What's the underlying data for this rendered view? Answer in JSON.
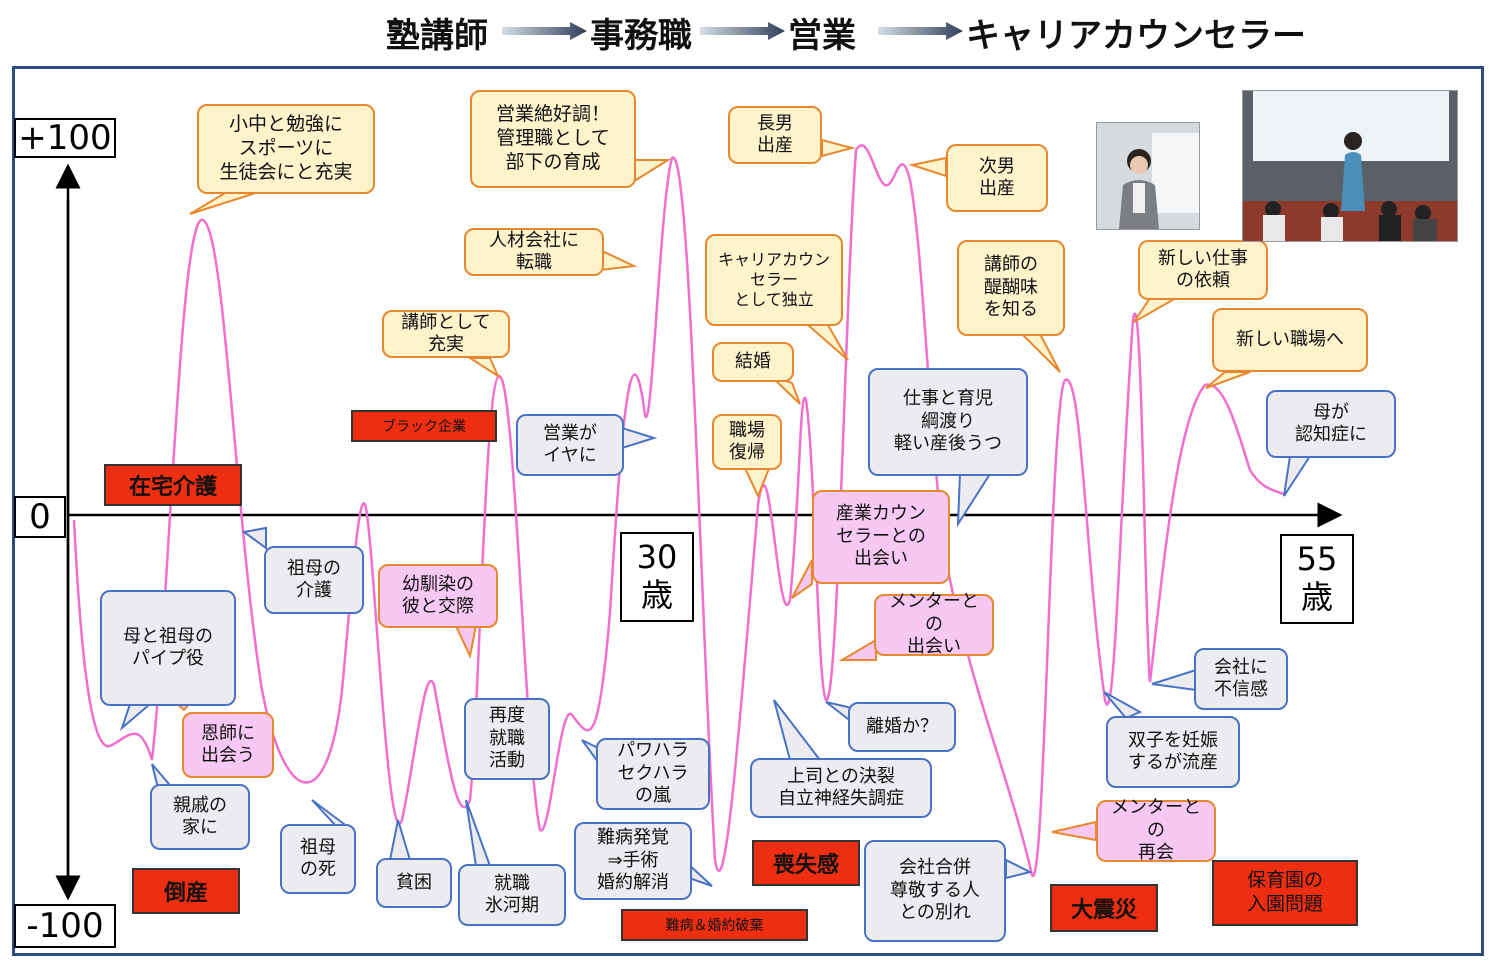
{
  "title": {
    "stages": [
      "塾講師",
      "事務職",
      "営業",
      "キャリアカウンセラー"
    ]
  },
  "axis": {
    "top": "+100",
    "zero": "0",
    "bottom": "-100",
    "age_mid": "30\n歳",
    "age_end": "55\n歳"
  },
  "red_labels": [
    "在宅介護",
    "ブラック企業",
    "倒産",
    "難病＆婚約破棄",
    "喪失感",
    "大震災",
    "保育園の\n入園問題"
  ],
  "bubbles": [
    "小中と勉強に\nスポーツに\n生徒会にと充実",
    "営業絶好調！\n管理職として\n部下の育成",
    "長男\n出産",
    "次男\n出産",
    "人材会社に\n転職",
    "講師として\n充実",
    "キャリアカウンセラー\nとして独立",
    "結婚",
    "講師の\n醍醐味\nを知る",
    "新しい仕事\nの依頼",
    "新しい職場へ",
    "職場\n復帰",
    "営業が\nイヤに",
    "仕事と育児\n綱渡り\n軽い産後うつ",
    "母が\n認知症に",
    "産業カウン\nセラーとの\n出会い",
    "祖母の\n介護",
    "幼馴染の\n彼と交際",
    "母と祖母の\nパイプ役",
    "メンターとの\n出会い",
    "会社に\n不信感",
    "恩師に\n出会う",
    "再度\n就職\n活動",
    "パワハラ\nセクハラ\nの嵐",
    "離婚か？",
    "双子を妊娠\nするが流産",
    "親戚の\n家に",
    "上司との決裂\n自立神経失調症",
    "メンターとの\n再会",
    "祖母\nの死",
    "貧困",
    "就職\n氷河期",
    "難病発覚\n⇒手術\n婚約解消",
    "会社合併\n尊敬する人\nとの別れ"
  ],
  "colors": {
    "curve": "#f070d0",
    "frame": "#2d4b86",
    "red_label": "#ee2e10",
    "yellow_bubble_fill": "#fff3cc",
    "yellow_bubble_border": "#e8882e",
    "blue_bubble_fill": "#ececf0",
    "blue_bubble_border": "#4a72c4",
    "pink_bubble_fill": "#f8c8f5"
  }
}
